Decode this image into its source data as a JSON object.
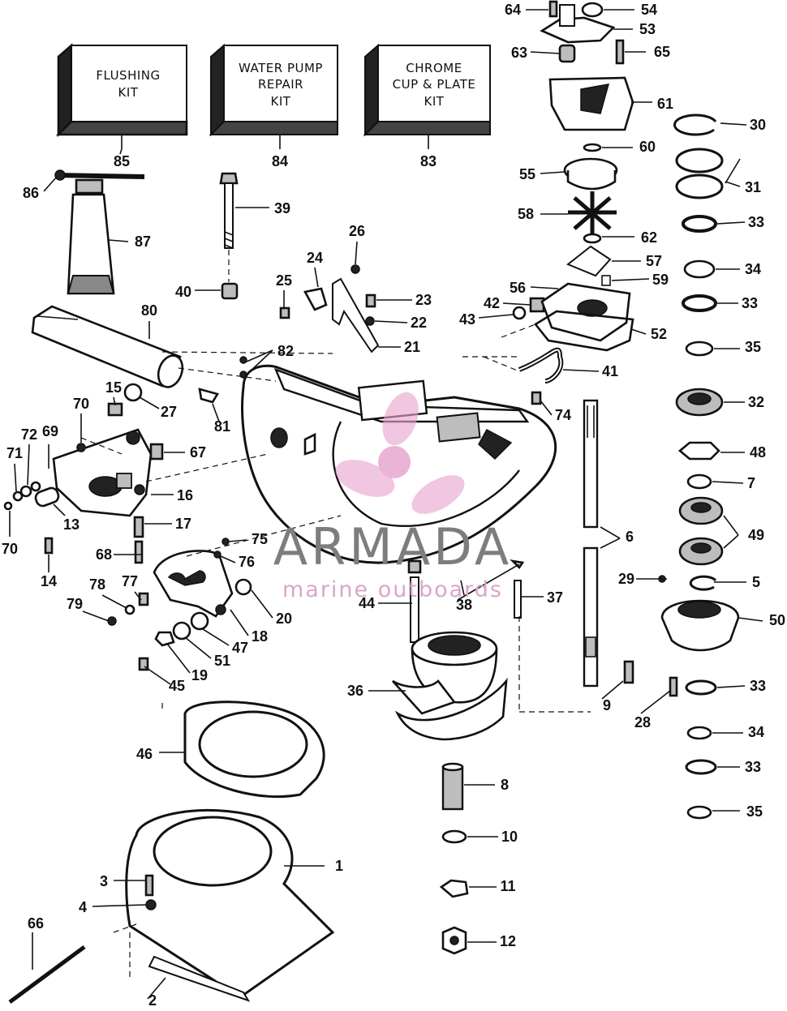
{
  "kits": [
    {
      "label_lines": [
        "FLUSHING",
        "KIT"
      ],
      "number": "85"
    },
    {
      "label_lines": [
        "WATER PUMP",
        "REPAIR",
        "KIT"
      ],
      "number": "84"
    },
    {
      "label_lines": [
        "CHROME",
        "CUP & PLATE",
        "KIT"
      ],
      "number": "83"
    }
  ],
  "callouts": [
    "1",
    "2",
    "3",
    "4",
    "5",
    "6",
    "7",
    "8",
    "9",
    "10",
    "11",
    "12",
    "13",
    "14",
    "15",
    "16",
    "17",
    "18",
    "19",
    "20",
    "21",
    "22",
    "23",
    "24",
    "25",
    "26",
    "27",
    "28",
    "29",
    "30",
    "31",
    "32",
    "33",
    "33",
    "33",
    "33",
    "34",
    "34",
    "35",
    "35",
    "36",
    "37",
    "38",
    "39",
    "40",
    "41",
    "42",
    "43",
    "44",
    "45",
    "46",
    "47",
    "48",
    "49",
    "50",
    "51",
    "52",
    "53",
    "54",
    "55",
    "56",
    "57",
    "58",
    "59",
    "60",
    "61",
    "62",
    "63",
    "64",
    "65",
    "66",
    "67",
    "68",
    "69",
    "70",
    "70",
    "71",
    "72",
    "74",
    "75",
    "76",
    "77",
    "78",
    "79",
    "80",
    "81",
    "82",
    "86",
    "87"
  ],
  "watermark": {
    "brand": "ARMADA",
    "tagline": "marine outboards",
    "logo": "propeller-logo",
    "logo_color": "#e8a6cf",
    "brand_color": "#7d7d7d"
  }
}
